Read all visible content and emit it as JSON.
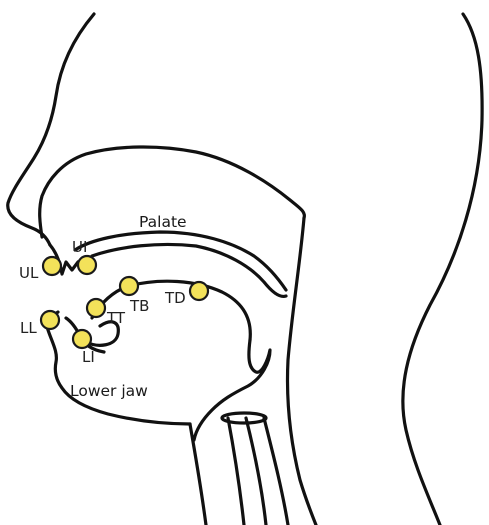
{
  "labels": {
    "palate": "Palate",
    "lower_jaw": "Lower jaw"
  },
  "sensors": [
    {
      "id": "UL",
      "label": "UL"
    },
    {
      "id": "UI",
      "label": "UI"
    },
    {
      "id": "LL",
      "label": "LL"
    },
    {
      "id": "LI",
      "label": "LI"
    },
    {
      "id": "TT",
      "label": "TT"
    },
    {
      "id": "TB",
      "label": "TB"
    },
    {
      "id": "TD",
      "label": "TD"
    }
  ],
  "colors": {
    "sensor_fill": "#f3e25a",
    "sensor_stroke": "#1a1a1a",
    "outline": "#111111"
  }
}
